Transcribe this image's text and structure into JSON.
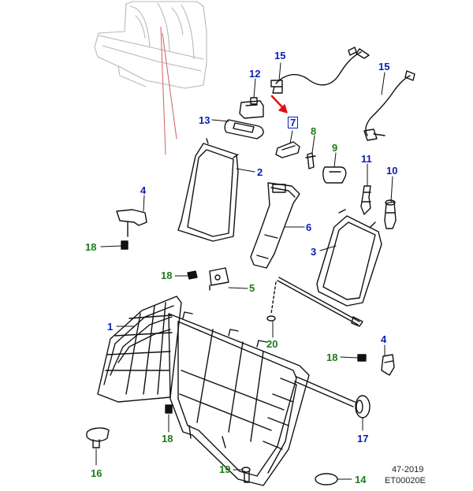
{
  "colors": {
    "body_parts": "#0a1fb5",
    "fasteners": "#1e7a1e",
    "line": "#111111",
    "highlight_arrow": "#e01010",
    "thumbnail": "#b8b8b8",
    "section_line": "#d06060"
  },
  "callouts": [
    {
      "id": "c15a",
      "text": "15",
      "kind": "body_parts"
    },
    {
      "id": "c15b",
      "text": "15",
      "kind": "body_parts"
    },
    {
      "id": "c12",
      "text": "12",
      "kind": "body_parts"
    },
    {
      "id": "c13",
      "text": "13",
      "kind": "body_parts"
    },
    {
      "id": "c7",
      "text": "7",
      "kind": "body_parts"
    },
    {
      "id": "c8",
      "text": "8",
      "kind": "fasteners"
    },
    {
      "id": "c9",
      "text": "9",
      "kind": "fasteners"
    },
    {
      "id": "c11",
      "text": "11",
      "kind": "body_parts"
    },
    {
      "id": "c10",
      "text": "10",
      "kind": "body_parts"
    },
    {
      "id": "c2",
      "text": "2",
      "kind": "body_parts"
    },
    {
      "id": "c4a",
      "text": "4",
      "kind": "body_parts"
    },
    {
      "id": "c6",
      "text": "6",
      "kind": "body_parts"
    },
    {
      "id": "c3",
      "text": "3",
      "kind": "body_parts"
    },
    {
      "id": "c18a",
      "text": "18",
      "kind": "fasteners"
    },
    {
      "id": "c18b",
      "text": "18",
      "kind": "fasteners"
    },
    {
      "id": "c5",
      "text": "5",
      "kind": "fasteners"
    },
    {
      "id": "c1",
      "text": "1",
      "kind": "body_parts"
    },
    {
      "id": "c20",
      "text": "20",
      "kind": "fasteners"
    },
    {
      "id": "c4b",
      "text": "4",
      "kind": "body_parts"
    },
    {
      "id": "c18c",
      "text": "18",
      "kind": "fasteners"
    },
    {
      "id": "c17",
      "text": "17",
      "kind": "body_parts"
    },
    {
      "id": "c18d",
      "text": "18",
      "kind": "fasteners"
    },
    {
      "id": "c16",
      "text": "16",
      "kind": "fasteners"
    },
    {
      "id": "c19",
      "text": "19",
      "kind": "fasteners"
    },
    {
      "id": "c14",
      "text": "14",
      "kind": "fasteners"
    }
  ],
  "footer": {
    "page_ref": "47-2019",
    "illustration_code": "ET00020E"
  }
}
